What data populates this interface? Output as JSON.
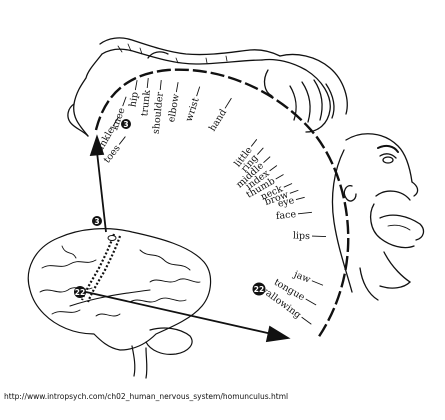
{
  "diagram": {
    "body_part_labels": [
      "toes",
      "ankle",
      "knee",
      "hip",
      "trunk",
      "shoulder",
      "elbow",
      "wrist",
      "hand",
      "little",
      "ring",
      "middle",
      "index",
      "thumb",
      "neck",
      "brow",
      "eye",
      "face",
      "lips",
      "jaw",
      "tongue",
      "swallowing"
    ],
    "area_badges": {
      "top": "3",
      "brain_upper": "3",
      "brain_lower": "22",
      "cortex_lower": "22"
    },
    "colors": {
      "ink": "#111111",
      "background": "#ffffff"
    }
  },
  "source_url": "http://www.intropsych.com/ch02_human_nervous_system/homunculus.html"
}
